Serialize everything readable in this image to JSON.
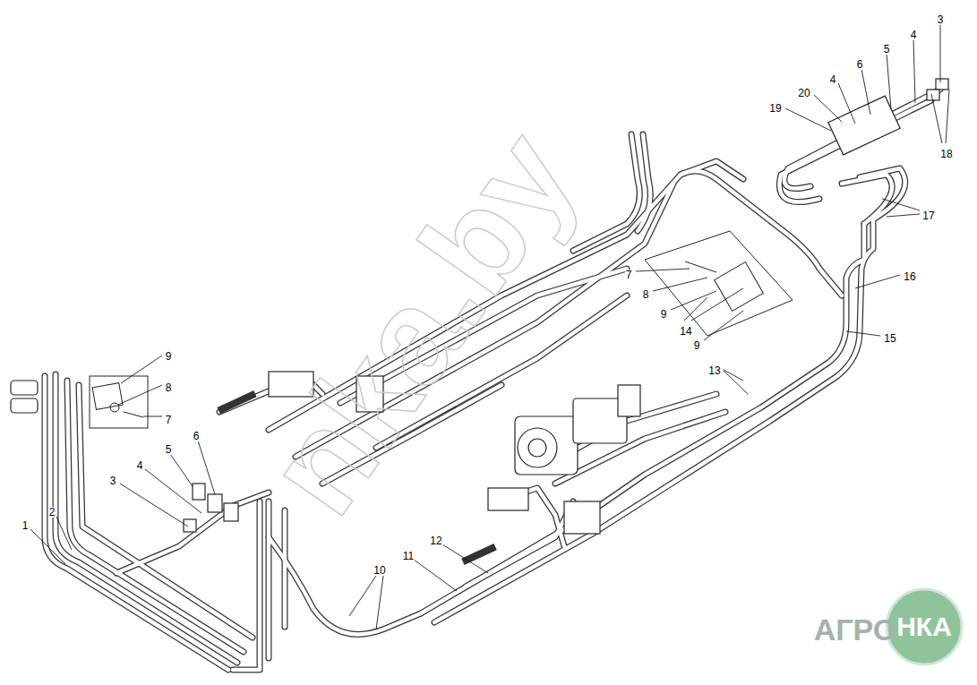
{
  "diagram": {
    "labels": [
      "3",
      "4",
      "5",
      "6",
      "4",
      "20",
      "19",
      "18",
      "17",
      "16",
      "15",
      "13",
      "7",
      "8",
      "9",
      "14",
      "9",
      "9",
      "8",
      "7",
      "5",
      "6",
      "3",
      "4",
      "1",
      "2",
      "10",
      "11",
      "12",
      "nka.by",
      "АГРО",
      "НКА"
    ]
  }
}
